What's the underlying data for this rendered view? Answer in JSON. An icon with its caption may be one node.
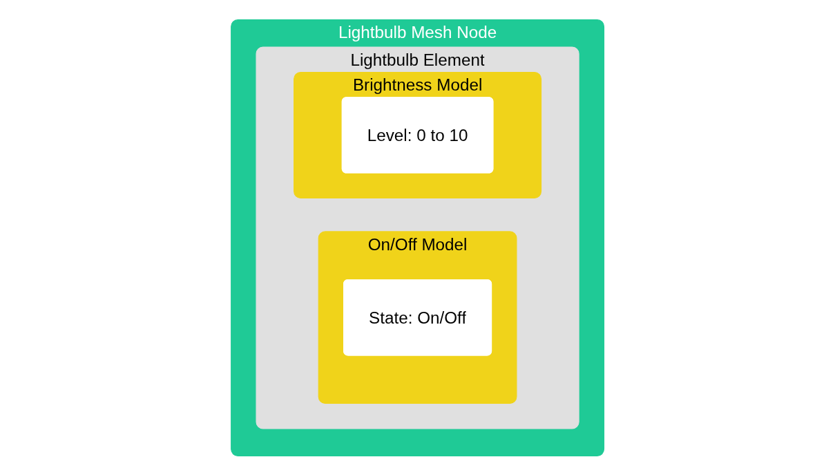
{
  "diagram": {
    "nodes": [
      {
        "text": [
          "Lightbulb Mesh Node"
        ]
      },
      {
        "text": [
          "Lightbulb Element"
        ],
        "in": 0
      },
      {
        "text": [
          "On/Off Model"
        ],
        "in": 1
      },
      {
        "text": [
          "State: On/Off"
        ],
        "in": 2
      },
      {
        "text": [
          "Brightness Model"
        ],
        "in": 1
      },
      {
        "text": [
          "Level: 0 to 10"
        ],
        "in": 4
      }
    ]
  }
}
